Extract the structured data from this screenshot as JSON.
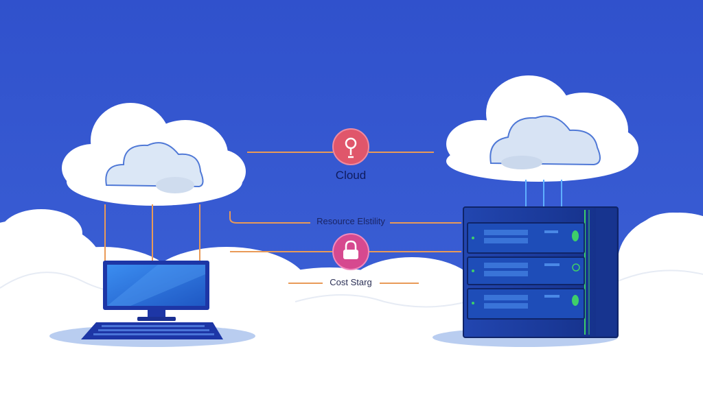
{
  "labels": {
    "cloud": "Cloud",
    "resource": "Resource Elstility",
    "cost": "Cost Starg"
  },
  "icons": {
    "cloud_node": "lightbulb-icon",
    "cost_node": "lock-icon"
  },
  "colors": {
    "background": "#3355cf",
    "cloud_white": "#ffffff",
    "cloud_inner": "#cfe0f5",
    "connector_orange": "#e99a57",
    "lightbulb_badge": "#e0566b",
    "lock_badge": "#d6498f",
    "server_body": "#1d3c9c",
    "server_led": "#3ecf6a",
    "monitor_screen": "#2f78e0"
  }
}
